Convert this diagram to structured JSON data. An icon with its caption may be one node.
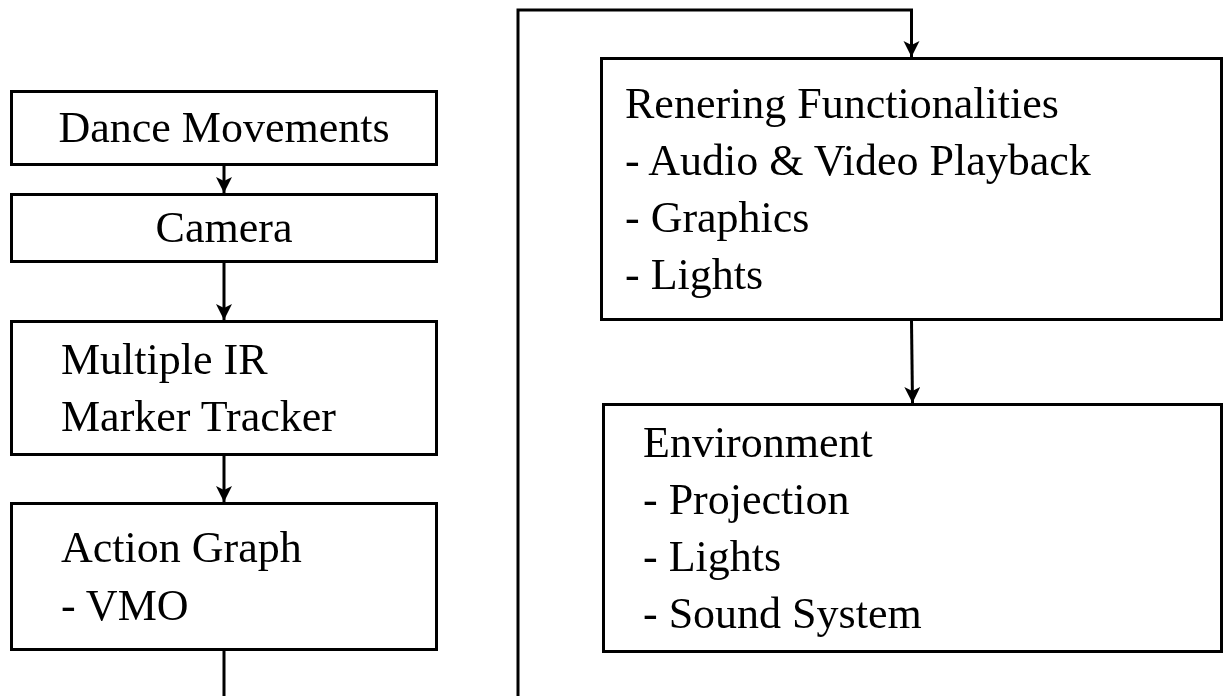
{
  "diagram": {
    "nodes": [
      {
        "text": [
          "Dance Movements"
        ]
      },
      {
        "text": [
          "Camera"
        ]
      },
      {
        "text": [
          "Multiple IR Marker Tracker"
        ]
      },
      {
        "text": [
          "Action Graph",
          "- VMO"
        ]
      },
      {
        "text": [
          "Renering Functionalities",
          "- Audio & Video Playback",
          "- Graphics",
          "- Lights"
        ]
      },
      {
        "text": [
          "Environment",
          "- Projection",
          "- Lights",
          "- Sound System"
        ]
      }
    ],
    "edges": [
      {
        "from": 0,
        "to": 1,
        "arrow": "to"
      },
      {
        "from": 1,
        "to": 2,
        "arrow": "to"
      },
      {
        "from": 2,
        "to": 3,
        "arrow": "to"
      },
      {
        "from": 3,
        "to": 4,
        "arrow": "to"
      },
      {
        "from": 4,
        "to": 5,
        "arrow": "to"
      }
    ]
  }
}
